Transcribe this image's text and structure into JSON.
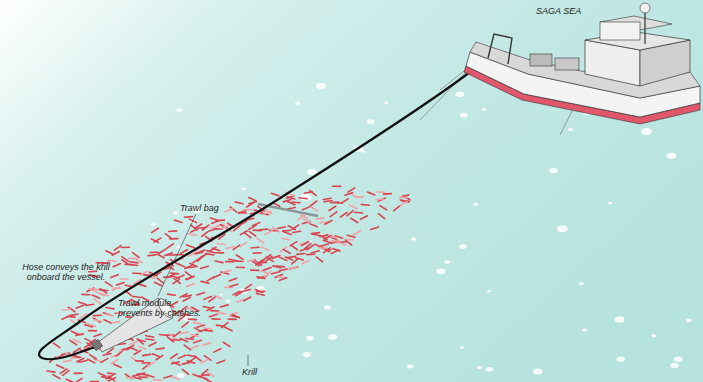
{
  "diagram": {
    "labels": [
      "SAGA SEA",
      "Trawl bag",
      "Hose conveys the krill onboard the vessel.",
      "Trawl module prevents by-catches.",
      "Krill"
    ]
  }
}
